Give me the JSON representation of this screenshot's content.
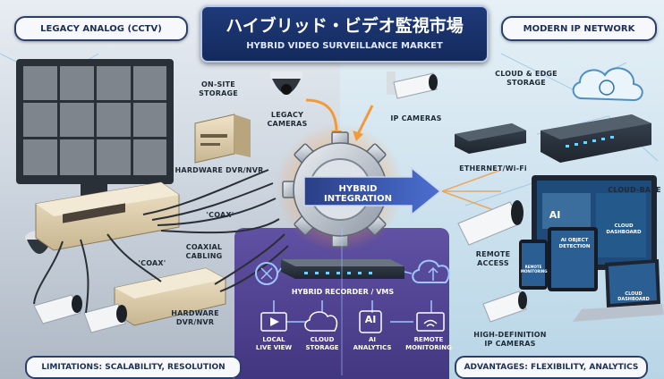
{
  "title": {
    "jp": "ハイブリッド・ビデオ監視市場",
    "en": "HYBRID VIDEO SURVEILLANCE MARKET"
  },
  "left_header": "LEGACY ANALOG (CCTV)",
  "right_header": "MODERN IP NETWORK",
  "center": {
    "hub_label": "HYBRID INTEGRATION",
    "recorder_label": "HYBRID RECORDER / VMS",
    "functions": [
      {
        "line1": "LOCAL",
        "line2": "LIVE VIEW",
        "icon": "play-icon"
      },
      {
        "line1": "CLOUD",
        "line2": "STORAGE",
        "icon": "cloud-icon"
      },
      {
        "line1": "AI",
        "line2": "ANALYTICS",
        "icon": "ai-icon"
      },
      {
        "line1": "REMOTE",
        "line2": "MONITORING",
        "icon": "wifi-icon"
      }
    ]
  },
  "left_labels": {
    "onsite_1": "ON-SITE",
    "onsite_2": "STORAGE",
    "legacy_1": "LEGACY",
    "legacy_2": "CAMERAS",
    "dvr_top": "HARDWARE DVR/NVR",
    "coax_1": "'COAX'",
    "coax_2": "'COAX'",
    "coaxial_1": "COAXIAL",
    "coaxial_2": "CABLING",
    "dvr_bot_1": "HARDWARE",
    "dvr_bot_2": "DVR/NVR"
  },
  "right_labels": {
    "cloud_edge_1": "CLOUD & EDGE",
    "cloud_edge_2": "STORAGE",
    "ip_cameras": "IP CAMERAS",
    "ethernet": "ETHERNET/Wi-Fi",
    "cloud_based": "CLOUD-BASE",
    "remote_1": "REMOTE",
    "remote_2": "ACCESS",
    "hd_1": "HIGH-DEFINITION",
    "hd_2": "IP CAMERAS",
    "screen_ai": "AI",
    "screen_obj": "AI OBJECT DETECTION",
    "screen_cloud": "CLOUD DASHBOARD",
    "laptop_dash": "CLOUD DASHBOARD",
    "phone_rm": "REMOTE MONITORING"
  },
  "bottom_left": "LIMITATIONS: SCALABILITY, RESOLUTION",
  "bottom_right": "ADVANTAGES: FLEXIBILITY, ANALYTICS",
  "colors": {
    "navy": "#1d2f55",
    "arrow_orange": "#f29a3a",
    "arrow_blue": "#1f3a7a",
    "center_purple": "#4a3a8e",
    "cable": "#2a2f36"
  }
}
